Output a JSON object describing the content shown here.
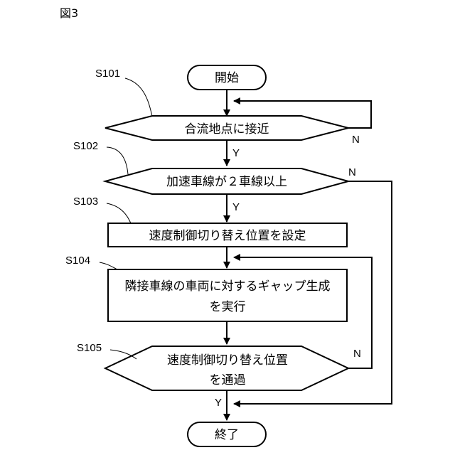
{
  "figure_title": "図3",
  "steps": {
    "start": {
      "text": "開始"
    },
    "s101": {
      "id": "S101",
      "text": "合流地点に接近"
    },
    "s102": {
      "id": "S102",
      "text": "加速車線が２車線以上"
    },
    "s103": {
      "id": "S103",
      "text": "速度制御切り替え位置を設定"
    },
    "s104": {
      "id": "S104",
      "line1": "隣接車線の車両に対するギャップ生成",
      "line2": "を実行"
    },
    "s105": {
      "id": "S105",
      "line1": "速度制御切り替え位置",
      "line2": "を通過"
    },
    "end": {
      "text": "終了"
    }
  },
  "branches": {
    "s101_yes": "Y",
    "s101_no": "N",
    "s102_yes": "Y",
    "s102_no": "N",
    "s105_yes": "Y",
    "s105_no": "N"
  }
}
